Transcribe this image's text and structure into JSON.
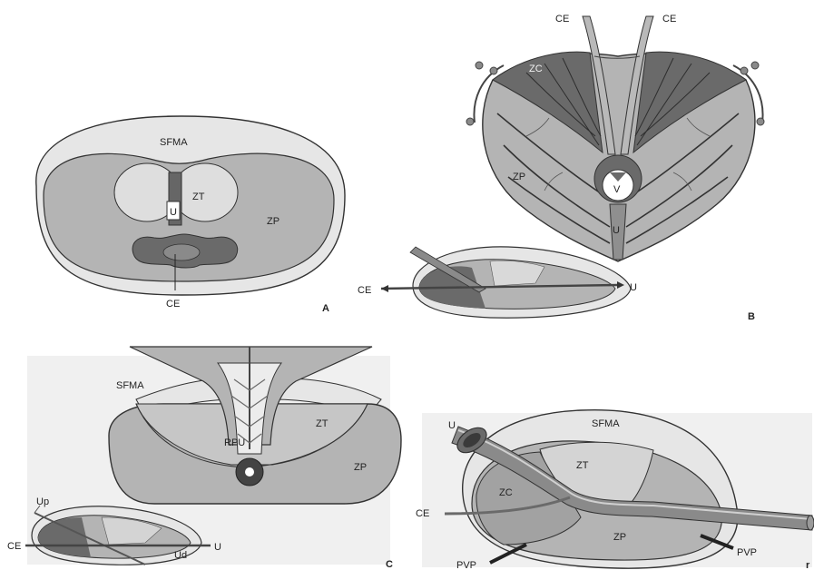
{
  "panels": {
    "a": {
      "label": "A",
      "zones": {
        "sfma": "SFMA",
        "zt": "ZT",
        "zp": "ZP",
        "u": "U",
        "ce": "CE"
      }
    },
    "b": {
      "label": "B",
      "zones": {
        "ce_left": "CE",
        "ce_right": "CE",
        "zc": "ZC",
        "zp": "ZP",
        "v": "V",
        "u": "U"
      },
      "inset": {
        "ce": "CE",
        "u": "U"
      }
    },
    "c": {
      "label": "C",
      "zones": {
        "sfma": "SFMA",
        "zt": "ZT",
        "rpu": "RPU",
        "zp": "ZP"
      },
      "inset": {
        "up": "Up",
        "ce": "CE",
        "ud": "Ud",
        "u": "U"
      }
    },
    "d": {
      "label": "r",
      "zones": {
        "u": "U",
        "sfma": "SFMA",
        "zt": "ZT",
        "zc": "ZC",
        "ce": "CE",
        "zp": "ZP",
        "pvp_right": "PVP",
        "pvp_left": "PVP"
      }
    }
  },
  "colors": {
    "background": "#ffffff",
    "sfma": "#e6e6e6",
    "zp": "#b4b4b4",
    "zt": "#d9d9d9",
    "zc": "#6a6a6a",
    "dark": "#555555",
    "outline": "#333333"
  }
}
